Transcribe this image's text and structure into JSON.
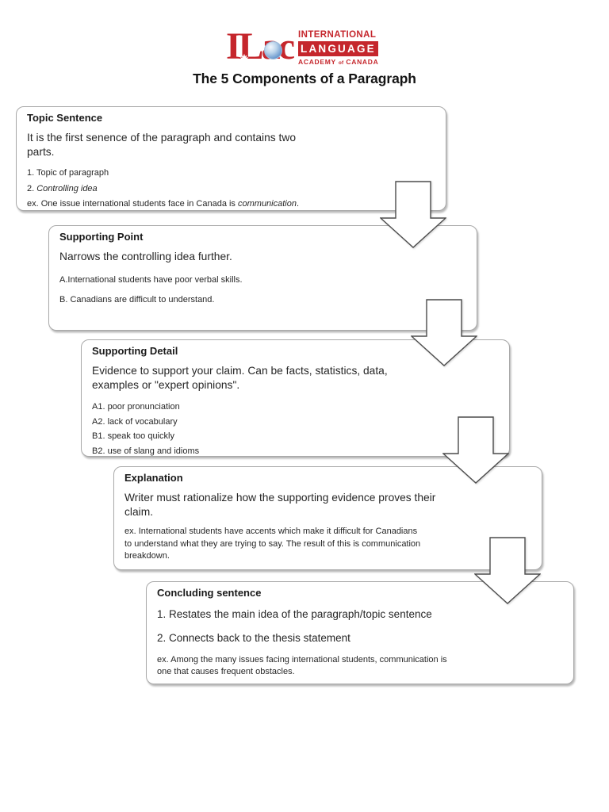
{
  "logo": {
    "wordmark_il": "IL",
    "wordmark_a": "a",
    "wordmark_c": "c",
    "line1": "INTERNATIONAL",
    "line2": "LANGUAGE",
    "line3_academy": "ACADEMY",
    "line3_of": "of",
    "line3_canada": "CANADA",
    "brand_red": "#c5262c",
    "globe_blue": "#6f9cd0"
  },
  "title": "The 5 Components of a Paragraph",
  "boxes": [
    {
      "heading": "Topic Sentence",
      "body": "It is the first senence of the paragraph and contains two\nparts.",
      "item1": "1. Topic of paragraph",
      "item2_prefix": "2. ",
      "item2_italic": "Controlling idea",
      "ex_prefix": "ex. One issue international students face in Canada is ",
      "ex_italic": "communication",
      "ex_suffix": "."
    },
    {
      "heading": "Supporting Point",
      "body": "Narrows the controlling idea further.",
      "item1": "A.International students have poor verbal skills.",
      "item2": "B. Canadians are difficult to understand."
    },
    {
      "heading": "Supporting Detail",
      "body": "Evidence to support your claim. Can be facts, statistics, data,\nexamples or \"expert opinions\".",
      "item1": "A1. poor pronunciation",
      "item2": "A2. lack of vocabulary",
      "item3": "B1. speak too quickly",
      "item4": "B2. use of slang and idioms"
    },
    {
      "heading": "Explanation",
      "body": "Writer must rationalize how the supporting evidence proves their\nclaim.",
      "ex": "ex. International students have accents which make it difficult for Canadians\nto understand what they are trying to say. The result of this is communication\nbreakdown."
    },
    {
      "heading": "Concluding sentence",
      "item1": "1. Restates the main idea of the paragraph/topic sentence",
      "item2": "2. Connects back to the thesis statement",
      "ex": "ex. Among the many issues facing international students, communication is\none that causes frequent  obstacles."
    }
  ]
}
